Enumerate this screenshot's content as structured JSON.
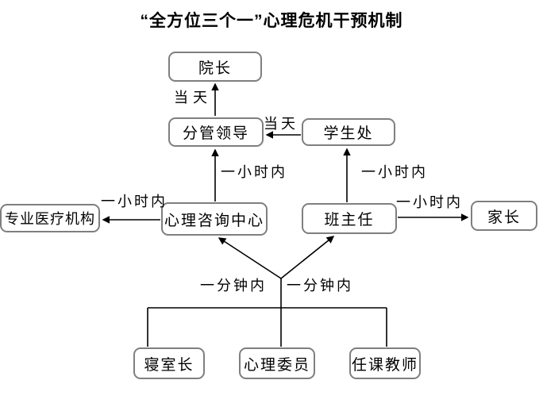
{
  "title": "“全方位三个一”心理危机干预机制",
  "colors": {
    "box_border": "#7f7f7f",
    "line": "#000000",
    "text": "#000000",
    "background": "#ffffff"
  },
  "nodes": {
    "dean": {
      "label": "院长"
    },
    "leader": {
      "label": "分管领导"
    },
    "student_affairs": {
      "label": "学生处"
    },
    "medical": {
      "label": "专业医疗机构"
    },
    "counseling": {
      "label": "心理咨询中心"
    },
    "head_teacher": {
      "label": "班主任"
    },
    "parents": {
      "label": "家长"
    },
    "dorm_head": {
      "label": "寝室长"
    },
    "psych_committee": {
      "label": "心理委员"
    },
    "course_teacher": {
      "label": "任课教师"
    }
  },
  "edge_labels": {
    "same_day_1": "当天",
    "same_day_2": "当天",
    "within_hour_1": "一小时内",
    "within_hour_2": "一小时内",
    "within_hour_3": "一小时内",
    "within_hour_4": "一小时内",
    "within_minute_1": "一分钟内",
    "within_minute_2": "一分钟内"
  }
}
